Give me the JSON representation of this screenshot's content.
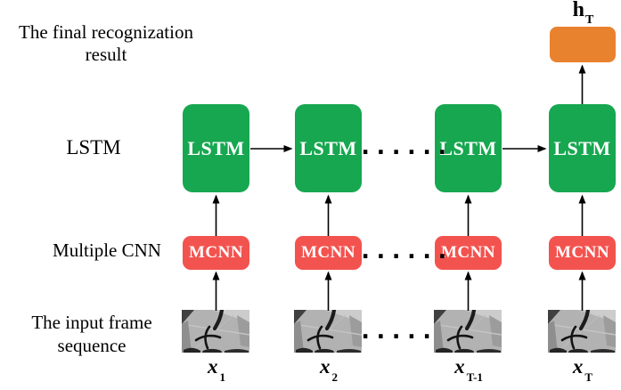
{
  "title_left": {
    "line1": "The final recognization",
    "line2": "result"
  },
  "row_labels": {
    "lstm": "LSTM",
    "mcnn": "Multiple CNN",
    "input_line1": "The input frame",
    "input_line2": "sequence"
  },
  "output": {
    "base": "h",
    "sub": "T"
  },
  "ellipsis": "......",
  "columns": [
    {
      "lstm": "LSTM",
      "mcnn": "MCNN",
      "x_base": "x",
      "x_sub": "1"
    },
    {
      "lstm": "LSTM",
      "mcnn": "MCNN",
      "x_base": "x",
      "x_sub": "2"
    },
    {
      "lstm": "LSTM",
      "mcnn": "MCNN",
      "x_base": "x",
      "x_sub": "T-1"
    },
    {
      "lstm": "LSTM",
      "mcnn": "MCNN",
      "x_base": "x",
      "x_sub": "T"
    }
  ],
  "colors": {
    "lstm_box": "#17A750",
    "mcnn_box": "#F3534F",
    "output_box": "#E8822F",
    "arrow": "#000000",
    "text": "#000000",
    "box_text": "#FFFFFF"
  }
}
